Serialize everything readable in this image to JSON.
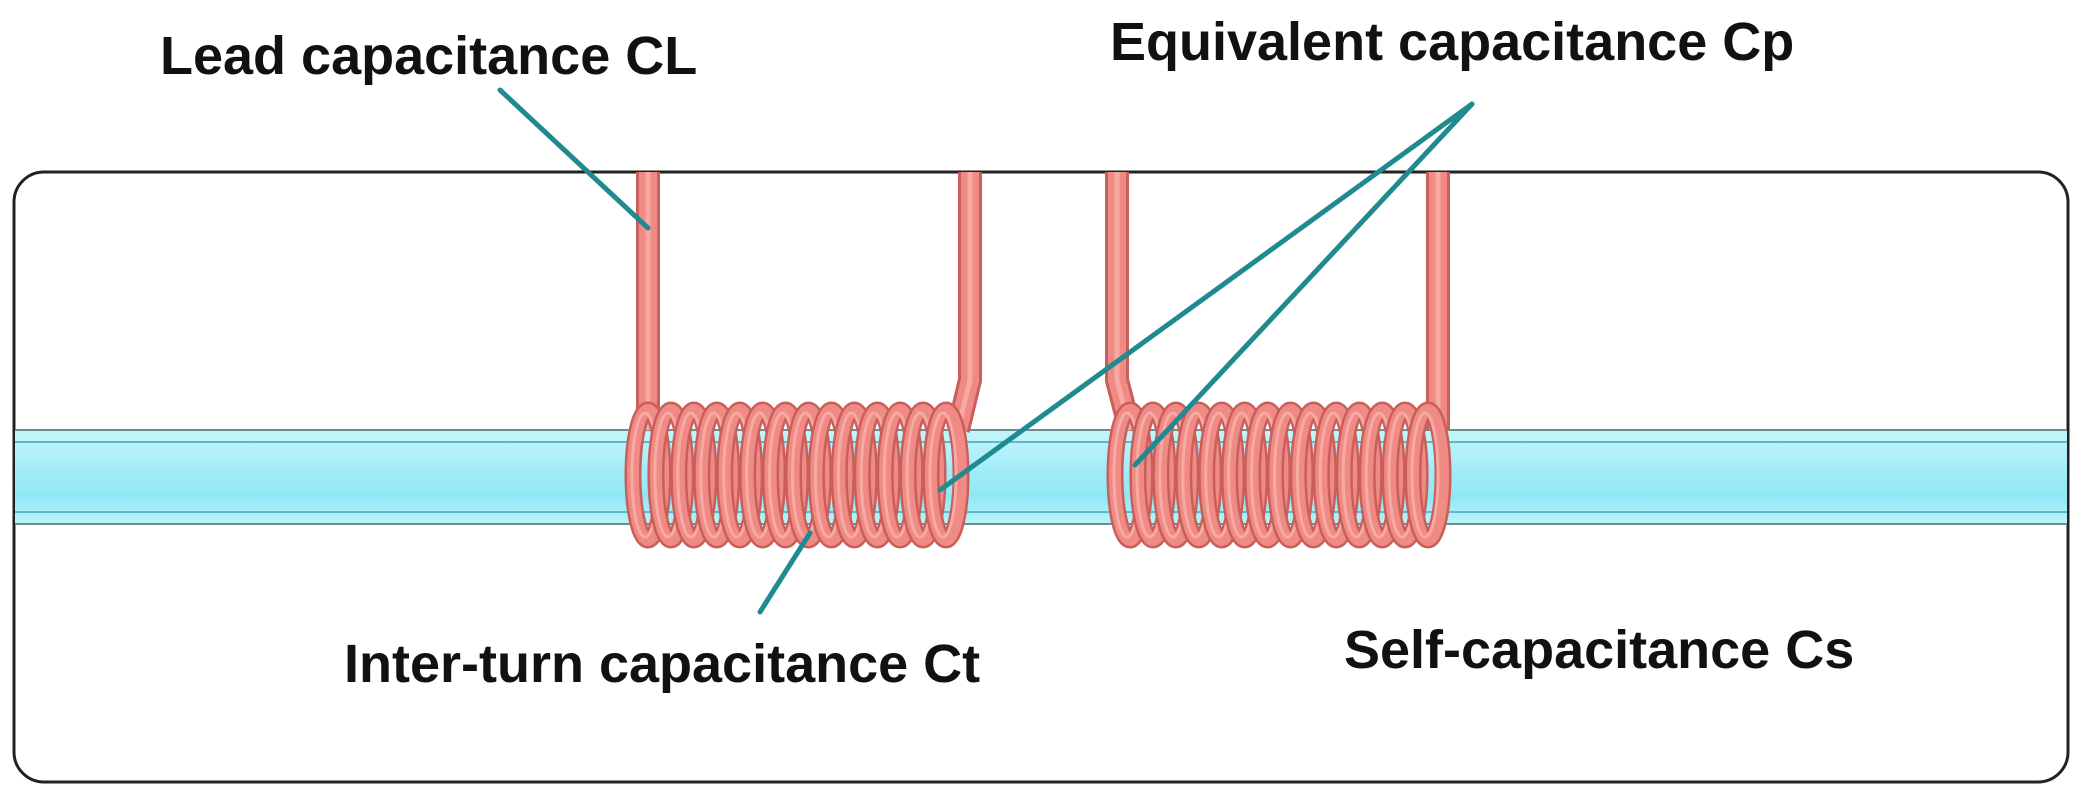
{
  "labels": {
    "lead": "Lead capacitance CL",
    "equivalent": "Equivalent capacitance Cp",
    "inter_turn": "Inter-turn capacitance Ct",
    "self": "Self-capacitance Cs"
  },
  "colors": {
    "coil": "#f08a84",
    "coil_light": "#f7aaa4",
    "coil_dark": "#c85f5a",
    "core": "#8fe8f4",
    "core_light": "#c4f6fb",
    "leader": "#1f8a8f",
    "frame": "#222222"
  },
  "coils": [
    {
      "name": "left-coil",
      "turns": 14
    },
    {
      "name": "right-coil",
      "turns": 14
    }
  ]
}
